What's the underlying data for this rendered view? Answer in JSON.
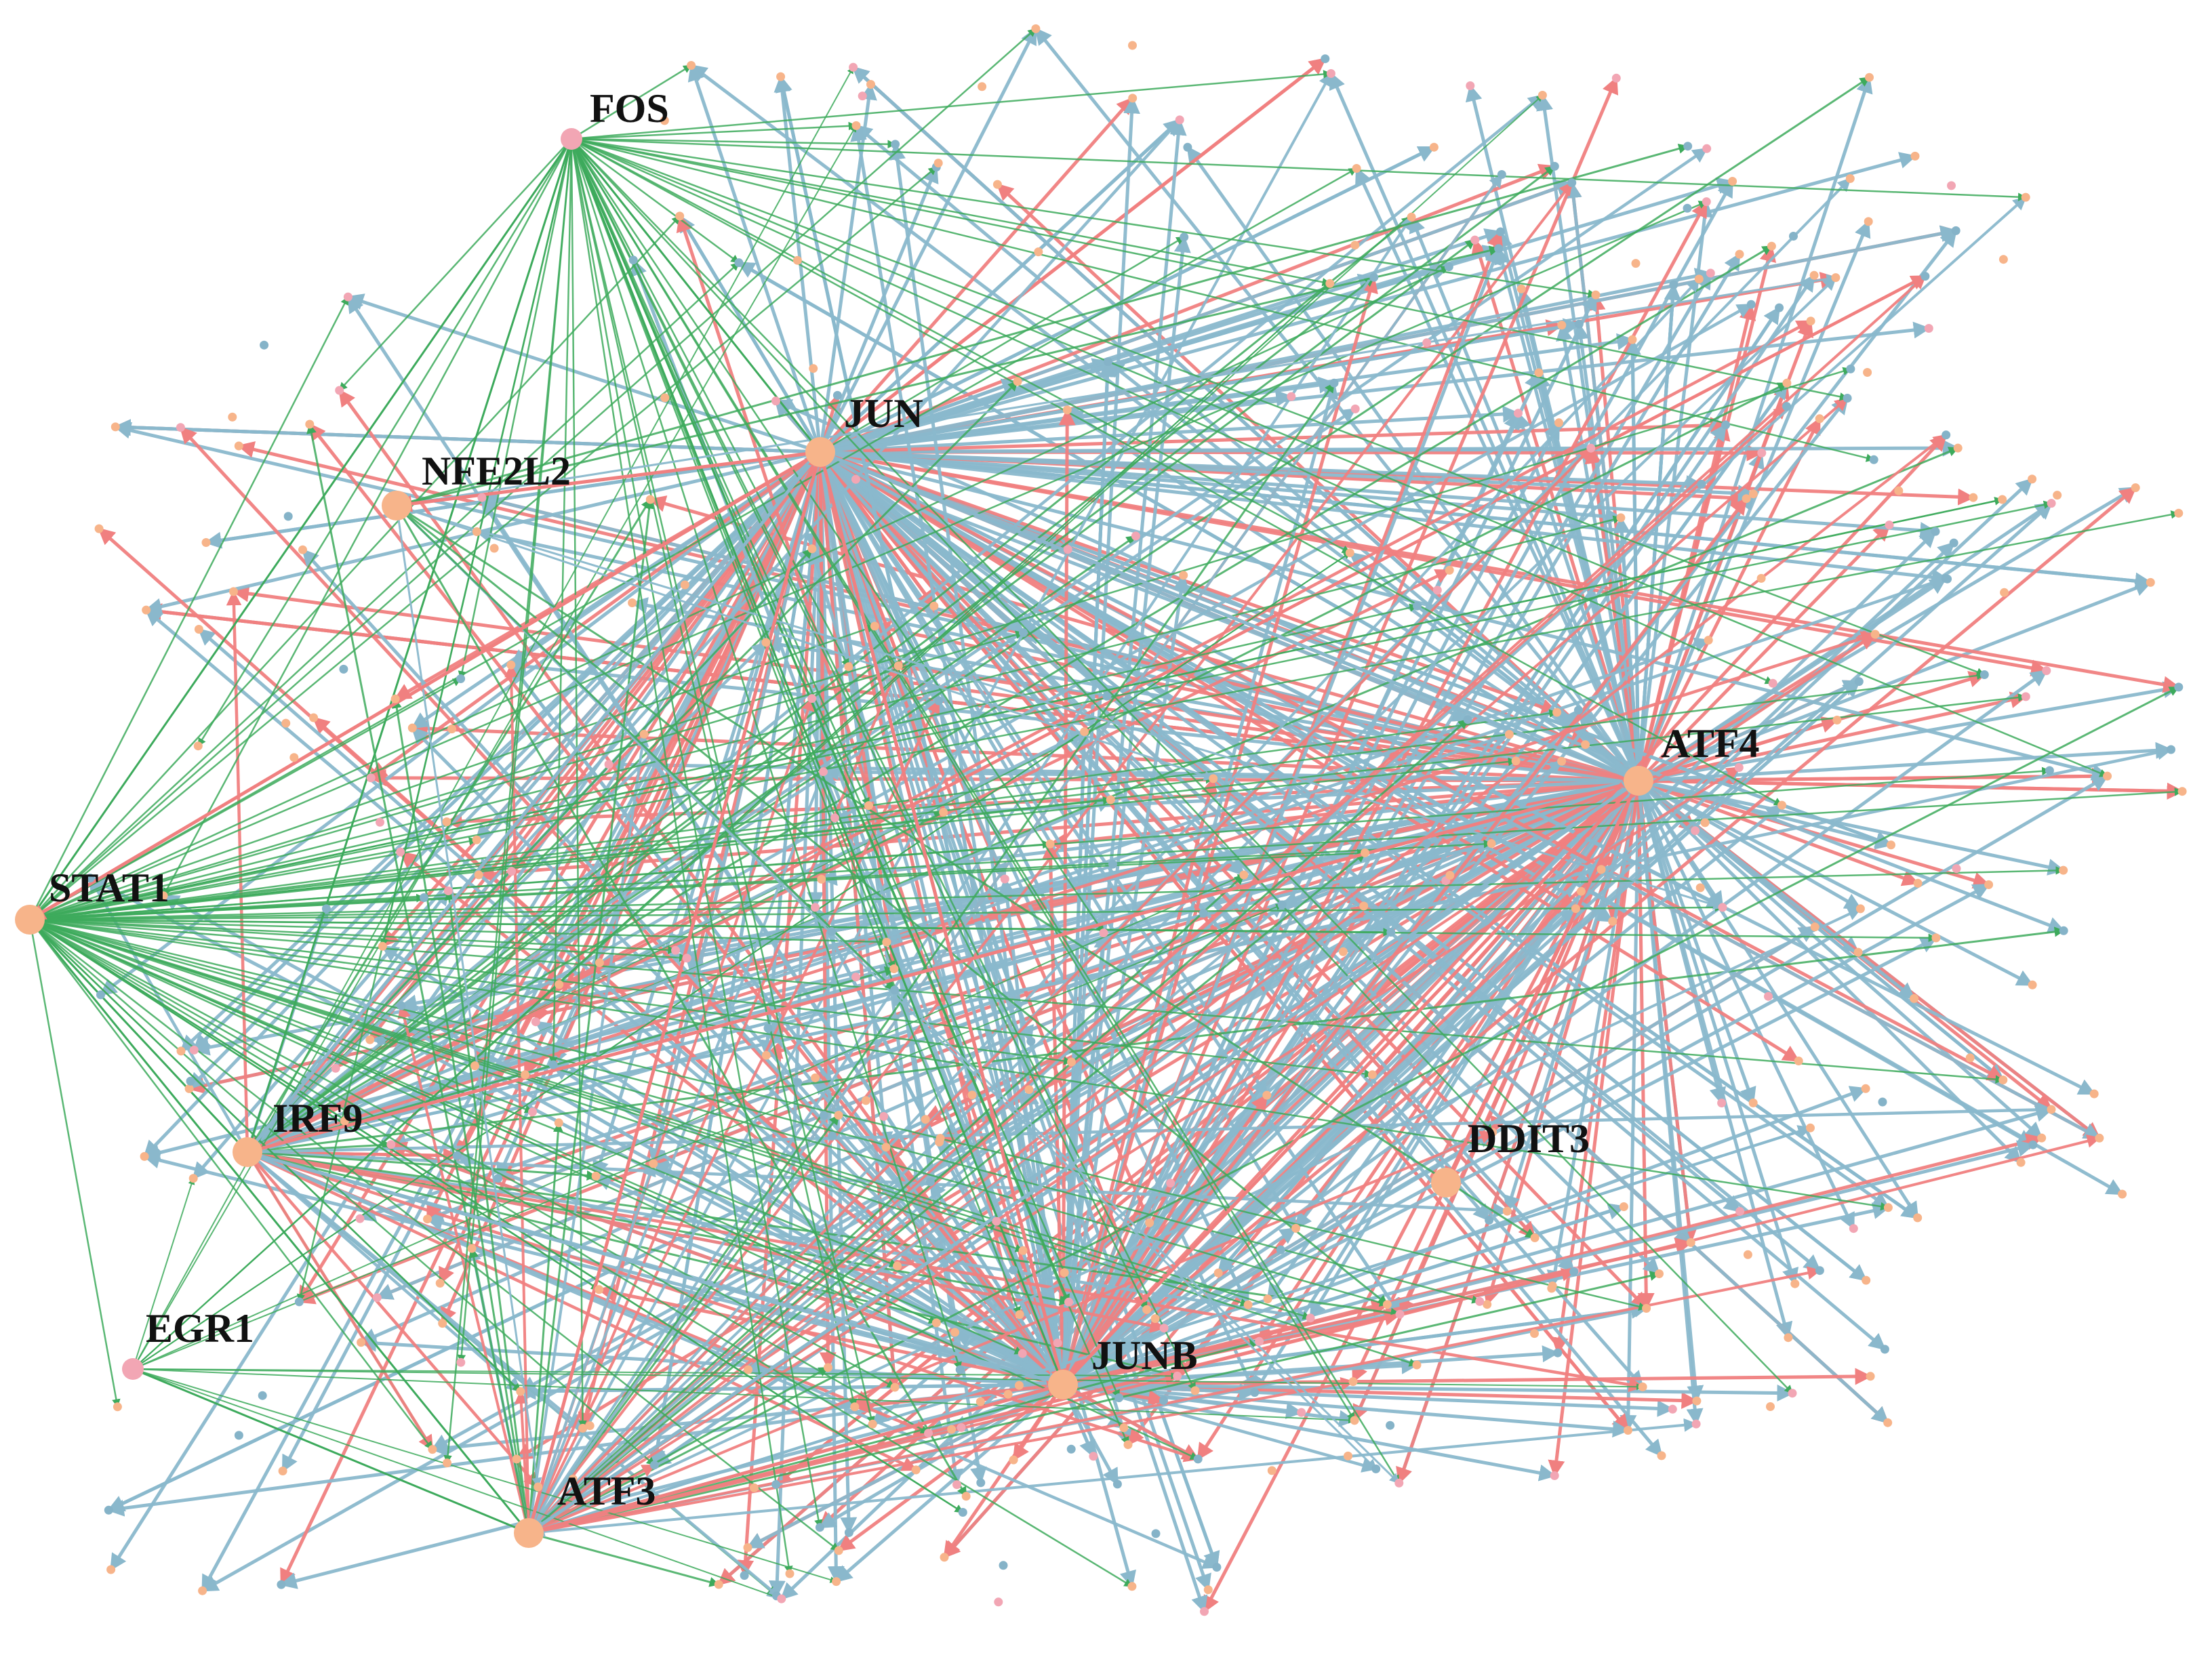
{
  "diagram": {
    "type": "gene-regulatory-network",
    "edge_colors": {
      "activation": "#f08080",
      "repression": "#8ab8cc",
      "other": "#3daa5c"
    },
    "node_colors": {
      "orange": "#f7b48a",
      "pink": "#f2a6b4",
      "blue": "#85b3c8"
    },
    "hubs": [
      {
        "id": "FOS",
        "label": "FOS",
        "color": "pink"
      },
      {
        "id": "JUN",
        "label": "JUN",
        "color": "orange"
      },
      {
        "id": "NFE2L2",
        "label": "NFE2L2",
        "color": "orange"
      },
      {
        "id": "ATF4",
        "label": "ATF4",
        "color": "orange"
      },
      {
        "id": "STAT1",
        "label": "STAT1",
        "color": "orange"
      },
      {
        "id": "IRF9",
        "label": "IRF9",
        "color": "orange"
      },
      {
        "id": "DDIT3",
        "label": "DDIT3",
        "color": "orange"
      },
      {
        "id": "EGR1",
        "label": "EGR1",
        "color": "pink"
      },
      {
        "id": "JUNB",
        "label": "JUNB",
        "color": "orange"
      },
      {
        "id": "ATF3",
        "label": "ATF3",
        "color": "orange"
      }
    ]
  }
}
